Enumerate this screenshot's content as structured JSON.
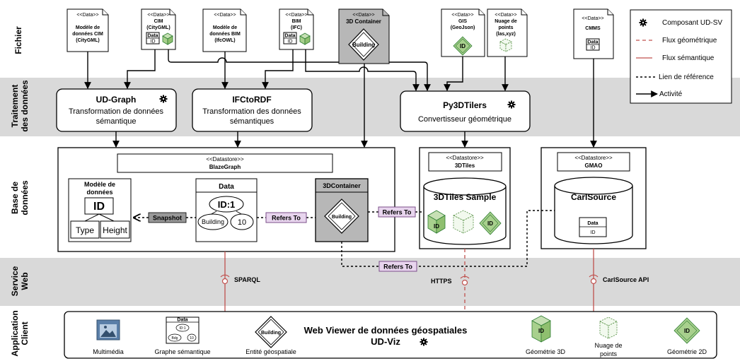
{
  "rows": {
    "fichier": "Fichier",
    "traitement_1": "Traitement",
    "traitement_2": "des données",
    "base_1": "Base de",
    "base_2": "données",
    "service_1": "Service",
    "service_2": "Web",
    "app_1": "Application",
    "app_2": "Client"
  },
  "files": {
    "cim_model": {
      "stereo": "<<Data>>",
      "l1": "Modèle de",
      "l2": "données CIM",
      "l3": "(CityGML)"
    },
    "cim": {
      "stereo": "<<Data>>",
      "l1": "CIM",
      "l2": "(CityGML)",
      "data": "Data",
      "id": "ID"
    },
    "bim_model": {
      "stereo": "<<Data>>",
      "l1": "Modèle de",
      "l2": "données BIM",
      "l3": "(IfcOWL)"
    },
    "bim": {
      "stereo": "<<Data>>",
      "l1": "BIM",
      "l2": "(IFC)",
      "data": "Data",
      "id": "ID"
    },
    "container": {
      "stereo": "<<Data>>",
      "l1": "3D Container",
      "building": "Building"
    },
    "gis": {
      "stereo": "<<Data>>",
      "l1": "GIS",
      "l2": "(GeoJson)",
      "id": "ID"
    },
    "pointcloud": {
      "stereo": "<<Data>>",
      "l1": "Nuage de",
      "l2": "points",
      "l3": "(las,xyz)"
    },
    "cmms": {
      "stereo": "<<Data>>",
      "l1": "CMMS",
      "data": "Data",
      "id": "ID"
    }
  },
  "legend": {
    "component": "Composant UD-SV",
    "geo_flow": "Flux géométrique",
    "sem_flow": "Flux sémantique",
    "ref_link": "Lien de référence",
    "activity": "Activité"
  },
  "processing": {
    "udgraph": {
      "title": "UD-Graph",
      "l1": "Transformation de données",
      "l2": "sémantique"
    },
    "ifctordf": {
      "title": "IFCtoRDF",
      "l1": "Transformation des données",
      "l2": "sémantiques"
    },
    "py3dtilers": {
      "title": "Py3DTilers",
      "l1": "Convertisseur géométrique"
    }
  },
  "stores": {
    "blazegraph": {
      "stereo": "<<Datastore>>",
      "name": "BlazeGraph"
    },
    "tiles": {
      "stereo": "<<Datastore>>",
      "name": "3DTiles",
      "sample": "3DTiles Sample",
      "id1": "ID",
      "id2": "ID"
    },
    "gmao": {
      "stereo": "<<Datastore>>",
      "name": "GMAO",
      "source": "CarlSource",
      "data": "Data",
      "id": "ID"
    }
  },
  "blaze_content": {
    "model_title_1": "Modèle de",
    "model_title_2": "données",
    "model_id": "ID",
    "model_type": "Type",
    "model_height": "Height",
    "snapshot": "Snapshot",
    "data_title": "Data",
    "data_id": "ID:1",
    "data_building": "Building",
    "data_value": "10",
    "refers_to": "Refers To",
    "container_title": "3DContainer",
    "container_building": "Building"
  },
  "links": {
    "refers_to_tiles": "Refers To",
    "refers_to_bottom": "Refers To"
  },
  "services": {
    "sparql": "SPARQL",
    "https": "HTTPS",
    "carl_api": "CarlSource API"
  },
  "client": {
    "title_1": "Web Viewer de données géospatiales",
    "title_2": "UD-Viz",
    "multimedia": "Multimédia",
    "graph": "Graphe sémantique",
    "graph_data": "Data",
    "graph_id": "ID:1",
    "graph_bdg": "Bdg",
    "graph_val": "10",
    "entity": "Entité géospatiale",
    "entity_building": "Building",
    "geom3d": "Géométrie 3D",
    "geom3d_id": "ID",
    "pointcloud_1": "Nuage de",
    "pointcloud_2": "points",
    "geom2d": "Géométrie 2D",
    "geom2d_id": "ID"
  },
  "colors": {
    "band": "#d9d9d9",
    "semantic_flow": "#c0504d",
    "refers_to_fill": "#e8d5ee",
    "geometry_green": "#a8d08d",
    "container_grey": "#b7b7b7"
  }
}
